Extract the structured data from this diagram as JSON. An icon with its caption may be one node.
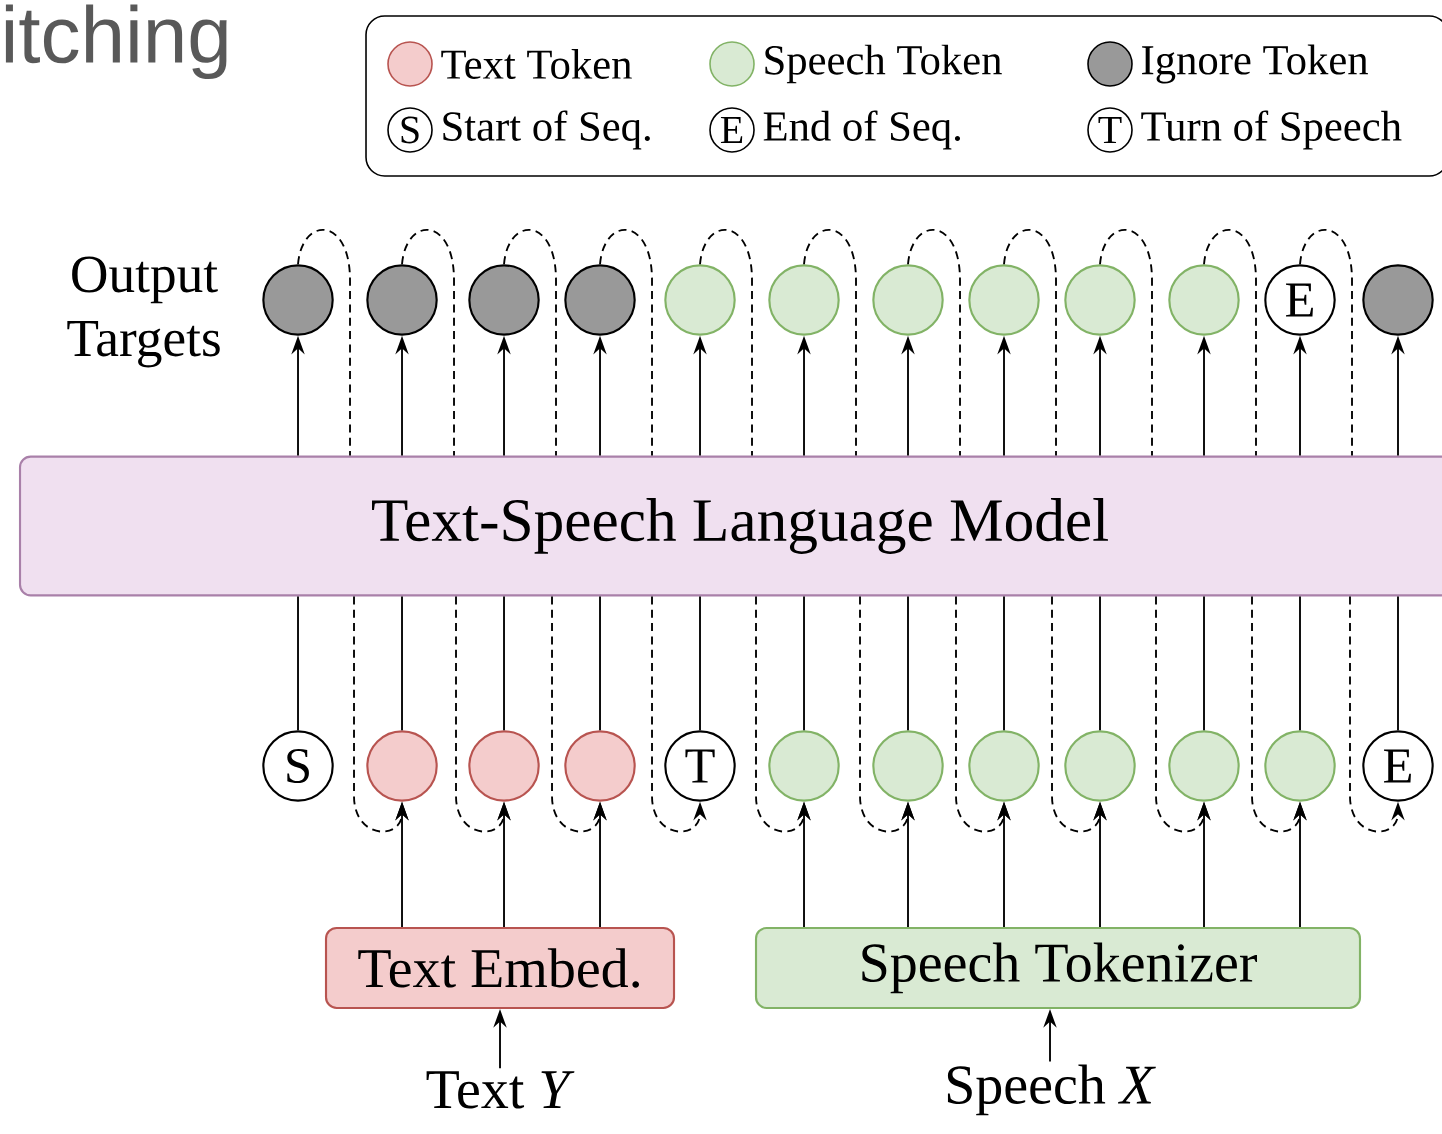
{
  "diagram": {
    "nodes": [
      {
        "text": [],
        "shape": "circle"
      },
      {
        "text": [],
        "shape": "circle"
      },
      {
        "text": [],
        "shape": "circle"
      },
      {
        "text": [],
        "shape": "circle"
      },
      {
        "text": [],
        "shape": "circle"
      },
      {
        "text": [],
        "shape": "circle"
      },
      {
        "text": [],
        "shape": "circle"
      },
      {
        "text": [],
        "shape": "circle"
      },
      {
        "text": [],
        "shape": "circle"
      },
      {
        "text": [],
        "shape": "circle"
      },
      {
        "text": [
          "E"
        ]
      },
      {
        "text": [],
        "shape": "circle"
      },
      {
        "text": [
          "Text-Speech Language Model"
        ]
      },
      {
        "text": [
          "S"
        ]
      },
      {
        "text": [],
        "shape": "circle"
      },
      {
        "text": [],
        "shape": "circle"
      },
      {
        "text": [],
        "shape": "circle"
      },
      {
        "text": [
          "T"
        ]
      },
      {
        "text": [],
        "shape": "circle"
      },
      {
        "text": [],
        "shape": "circle"
      },
      {
        "text": [],
        "shape": "circle"
      },
      {
        "text": [],
        "shape": "circle"
      },
      {
        "text": [],
        "shape": "circle"
      },
      {
        "text": [],
        "shape": "circle"
      },
      {
        "text": [
          "E"
        ]
      },
      {
        "text": [
          "Text Embed."
        ]
      },
      {
        "text": [
          "Speech Tokenizer"
        ]
      },
      {
        "text": [
          "Text *Y*"
        ]
      },
      {
        "text": [
          "Speech *X*"
        ]
      }
    ],
    "edges": [
      {
        "from": 13,
        "to": 12,
        "arrow": "none"
      },
      {
        "from": 14,
        "to": 12,
        "arrow": "none"
      },
      {
        "from": 15,
        "to": 12,
        "arrow": "none"
      },
      {
        "from": 16,
        "to": 12,
        "arrow": "none"
      },
      {
        "from": 17,
        "to": 12,
        "arrow": "none"
      },
      {
        "from": 18,
        "to": 12,
        "arrow": "none"
      },
      {
        "from": 19,
        "to": 12,
        "arrow": "none"
      },
      {
        "from": 20,
        "to": 12,
        "arrow": "none"
      },
      {
        "from": 21,
        "to": 12,
        "arrow": "none"
      },
      {
        "from": 22,
        "to": 12,
        "arrow": "none"
      },
      {
        "from": 23,
        "to": 12,
        "arrow": "none"
      },
      {
        "from": 24,
        "to": 12,
        "arrow": "none"
      },
      {
        "from": 12,
        "to": 0,
        "arrow": "to"
      },
      {
        "from": 12,
        "to": 1,
        "arrow": "to"
      },
      {
        "from": 12,
        "to": 2,
        "arrow": "to"
      },
      {
        "from": 12,
        "to": 3,
        "arrow": "to"
      },
      {
        "from": 12,
        "to": 4,
        "arrow": "to"
      },
      {
        "from": 12,
        "to": 5,
        "arrow": "to"
      },
      {
        "from": 12,
        "to": 6,
        "arrow": "to"
      },
      {
        "from": 12,
        "to": 7,
        "arrow": "to"
      },
      {
        "from": 12,
        "to": 8,
        "arrow": "to"
      },
      {
        "from": 12,
        "to": 9,
        "arrow": "to"
      },
      {
        "from": 12,
        "to": 10,
        "arrow": "to"
      },
      {
        "from": 12,
        "to": 11,
        "arrow": "to"
      },
      {
        "from": 0,
        "to": 12,
        "arrow": "none",
        "style": "dashed"
      },
      {
        "from": 1,
        "to": 12,
        "arrow": "none",
        "style": "dashed"
      },
      {
        "from": 2,
        "to": 12,
        "arrow": "none",
        "style": "dashed"
      },
      {
        "from": 3,
        "to": 12,
        "arrow": "none",
        "style": "dashed"
      },
      {
        "from": 4,
        "to": 12,
        "arrow": "none",
        "style": "dashed"
      },
      {
        "from": 5,
        "to": 12,
        "arrow": "none",
        "style": "dashed"
      },
      {
        "from": 6,
        "to": 12,
        "arrow": "none",
        "style": "dashed"
      },
      {
        "from": 7,
        "to": 12,
        "arrow": "none",
        "style": "dashed"
      },
      {
        "from": 8,
        "to": 12,
        "arrow": "none",
        "style": "dashed"
      },
      {
        "from": 9,
        "to": 12,
        "arrow": "none",
        "style": "dashed"
      },
      {
        "from": 10,
        "to": 12,
        "arrow": "none",
        "style": "dashed"
      },
      {
        "from": 12,
        "to": 14,
        "arrow": "to",
        "style": "dashed"
      },
      {
        "from": 12,
        "to": 15,
        "arrow": "to",
        "style": "dashed"
      },
      {
        "from": 12,
        "to": 16,
        "arrow": "to",
        "style": "dashed"
      },
      {
        "from": 12,
        "to": 17,
        "arrow": "to",
        "style": "dashed"
      },
      {
        "from": 12,
        "to": 18,
        "arrow": "to",
        "style": "dashed"
      },
      {
        "from": 12,
        "to": 19,
        "arrow": "to",
        "style": "dashed"
      },
      {
        "from": 12,
        "to": 20,
        "arrow": "to",
        "style": "dashed"
      },
      {
        "from": 12,
        "to": 21,
        "arrow": "to",
        "style": "dashed"
      },
      {
        "from": 12,
        "to": 22,
        "arrow": "to",
        "style": "dashed"
      },
      {
        "from": 12,
        "to": 23,
        "arrow": "to",
        "style": "dashed"
      },
      {
        "from": 12,
        "to": 24,
        "arrow": "to",
        "style": "dashed"
      },
      {
        "from": 25,
        "to": 14,
        "arrow": "to"
      },
      {
        "from": 25,
        "to": 15,
        "arrow": "to"
      },
      {
        "from": 25,
        "to": 16,
        "arrow": "to"
      },
      {
        "from": 26,
        "to": 18,
        "arrow": "to"
      },
      {
        "from": 26,
        "to": 19,
        "arrow": "to"
      },
      {
        "from": 26,
        "to": 20,
        "arrow": "to"
      },
      {
        "from": 26,
        "to": 21,
        "arrow": "to"
      },
      {
        "from": 26,
        "to": 22,
        "arrow": "to"
      },
      {
        "from": 26,
        "to": 23,
        "arrow": "to"
      },
      {
        "from": 27,
        "to": 25,
        "arrow": "to"
      },
      {
        "from": 28,
        "to": 26,
        "arrow": "to"
      }
    ],
    "labels": [
      "itching",
      "S",
      "E",
      "T",
      "Output Targets"
    ],
    "legend": [
      {
        "text": "Text Token",
        "color": "#f4cccc"
      },
      {
        "text": "Speech Token",
        "color": "#d9ead3"
      },
      {
        "text": "Ignore Token",
        "color": "#999999"
      },
      {
        "text": "Start of Seq."
      },
      {
        "text": "End of Seq."
      },
      {
        "text": "Turn of Speech"
      }
    ]
  }
}
